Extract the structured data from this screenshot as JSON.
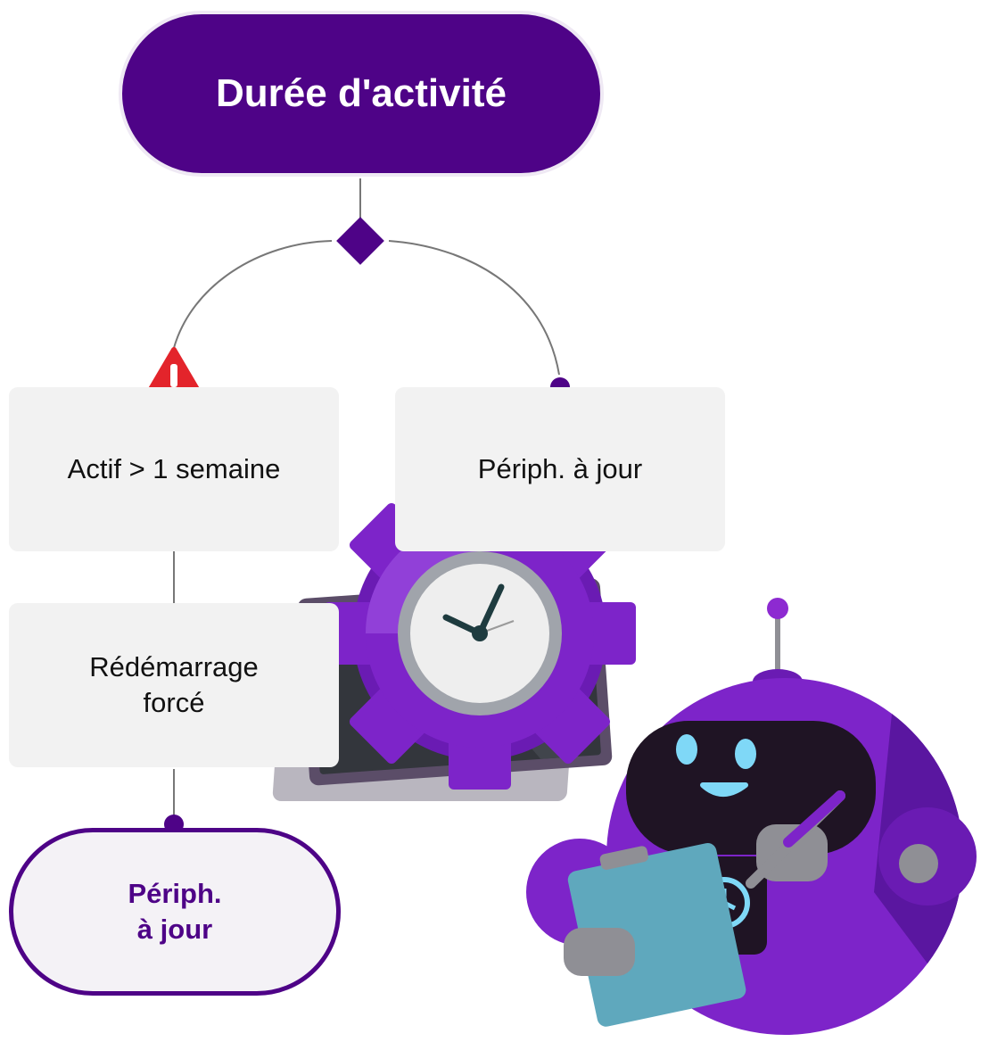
{
  "diagram": {
    "start": {
      "label": "Durée d'activité"
    },
    "branch_left": {
      "label": "Actif > 1 semaine"
    },
    "branch_right": {
      "label": "Périph. à jour"
    },
    "action": {
      "label": "Rédémarrage\nforcé"
    },
    "end": {
      "label": "Périph.\nà jour"
    }
  },
  "colors": {
    "primary": "#4e0387",
    "box_fill": "#f2f2f2",
    "warning": "#e3242b",
    "connector": "#777777"
  },
  "icons": [
    "warning-icon",
    "decision-diamond-icon",
    "connector-dot-icon",
    "gear-clock-icon",
    "robot-mascot-icon"
  ]
}
